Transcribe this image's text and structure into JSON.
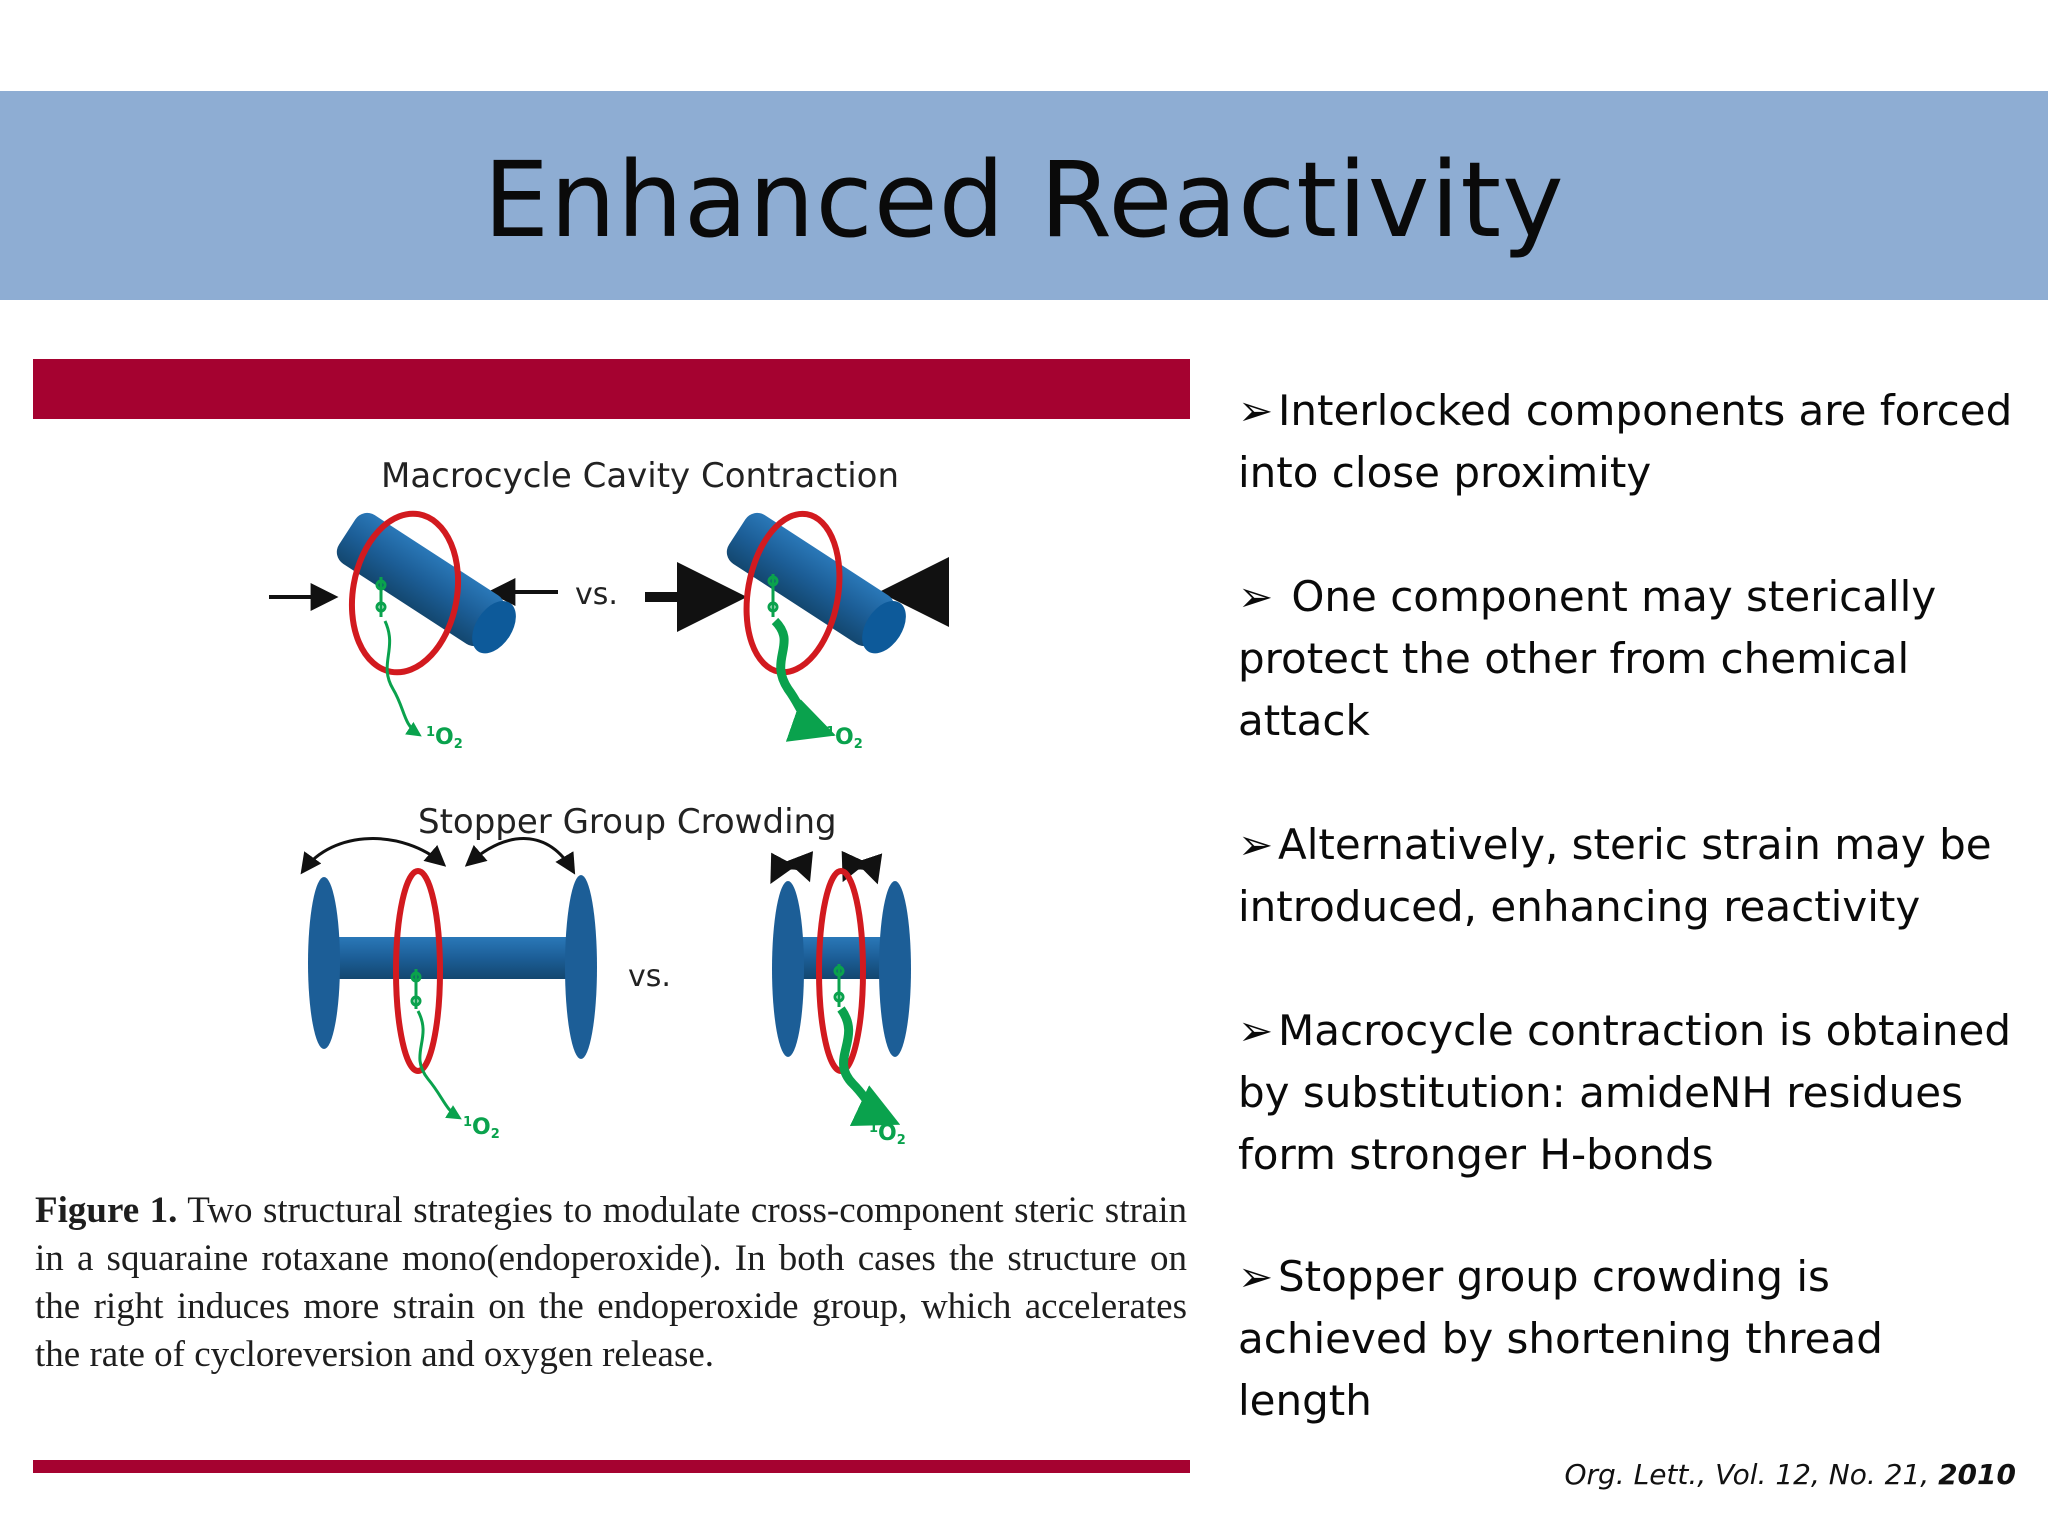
{
  "slide": {
    "title": "Enhanced Reactivity"
  },
  "figure": {
    "diagram_top_title": "Macrocycle Cavity Contraction",
    "diagram_bottom_title": "Stopper Group Crowding",
    "vs_label": "vs.",
    "oxygen_label_pre": "1",
    "oxygen_label_main": "O",
    "oxygen_label_sub": "2",
    "caption_lead": "Figure 1.",
    "caption_text": " Two structural strategies to modulate cross-component steric strain in a squaraine rotaxane mono(endoperoxide). In both cases the structure on the right induces more strain on the endoperoxide group, which accelerates the rate of cycloreversion and oxygen release."
  },
  "bullets": [
    {
      "marker": "➢",
      "text": "Interlocked components are forced into close proximity"
    },
    {
      "marker": "➢",
      "text": " One  component may sterically protect the other from chemical attack"
    },
    {
      "marker": "➢",
      "text": "Alternatively, steric strain may be introduced, enhancing reactivity"
    },
    {
      "marker": "➢",
      "text": "Macrocycle contraction is obtained by substitution: amideNH residues form stronger H-bonds"
    },
    {
      "marker": "➢",
      "text": "Stopper group crowding is achieved by shortening thread length"
    }
  ],
  "citation": {
    "text": "Org. Lett., Vol. 12, No. 21, ",
    "year": "2010"
  },
  "colors": {
    "title_band": "#8eadd3",
    "accent_rule": "#a50230",
    "thread_blue": "#1c5e97",
    "ring_red": "#d21a1f",
    "oxygen_green": "#0aa24d"
  }
}
